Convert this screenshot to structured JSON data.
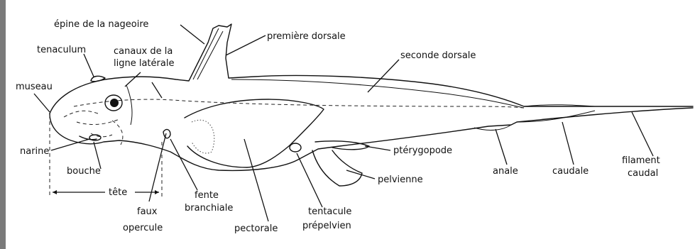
{
  "labels": {
    "epine": "épine de la nageoire",
    "premiere_dorsale": "première dorsale",
    "tenaculum": "tenaculum",
    "canaux_1": "canaux de la",
    "canaux_2": "ligne latérale",
    "museau": "museau",
    "seconde_dorsale": "seconde dorsale",
    "narine": "narine",
    "bouche": "bouche",
    "tete": "tête",
    "faux_1": "faux",
    "faux_2": "opercule",
    "fente_1": "fente",
    "fente_2": "branchiale",
    "pectorale": "pectorale",
    "tentacule_1": "tentacule",
    "tentacule_2": "prépelvien",
    "pterygopode": "ptérygopode",
    "pelvienne": "pelvienne",
    "anale": "anale",
    "caudale": "caudale",
    "filament_1": "filament",
    "filament_2": "caudal"
  }
}
